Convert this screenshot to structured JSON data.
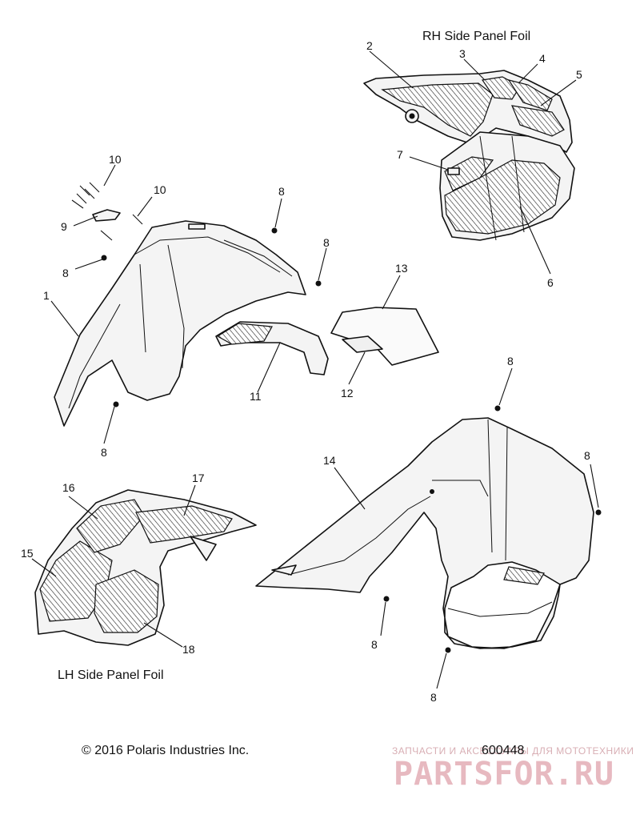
{
  "diagram": {
    "rh_title": "RH Side Panel Foil",
    "lh_title": "LH Side Panel Foil",
    "copyright": "© 2016 Polaris Industries Inc.",
    "figure_number": "600448",
    "callouts": {
      "c1": "1",
      "c2": "2",
      "c3": "3",
      "c4": "4",
      "c5": "5",
      "c6": "6",
      "c7": "7",
      "c8a": "8",
      "c8b": "8",
      "c8c": "8",
      "c8d": "8",
      "c8e": "8",
      "c8f": "8",
      "c8g": "8",
      "c8h": "8",
      "c9": "9",
      "c10a": "10",
      "c10b": "10",
      "c11": "11",
      "c12": "12",
      "c13": "13",
      "c14": "14",
      "c15": "15",
      "c16": "16",
      "c17": "17",
      "c18": "18"
    }
  },
  "watermark": {
    "tagline": "ЗАПЧАСТИ И АКСЕССУАРЫ ДЛЯ МОТОТЕХНИКИ",
    "brand": "PARTSFOR.RU",
    "color": "#e7b9c0"
  }
}
